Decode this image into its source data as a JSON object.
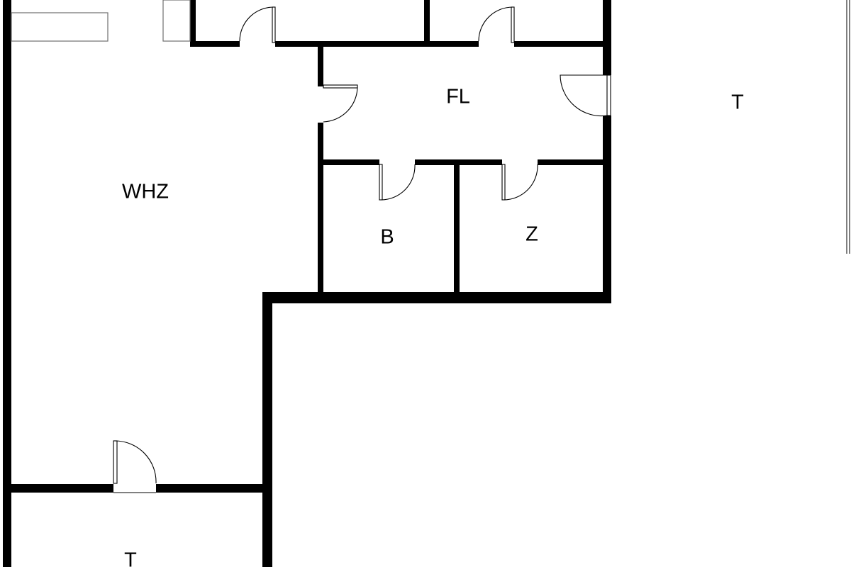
{
  "rooms": {
    "living": "WHZ",
    "hallway": "FL",
    "bath": "B",
    "room_z": "Z",
    "terrace_right": "T",
    "terrace_bottom": "T"
  }
}
